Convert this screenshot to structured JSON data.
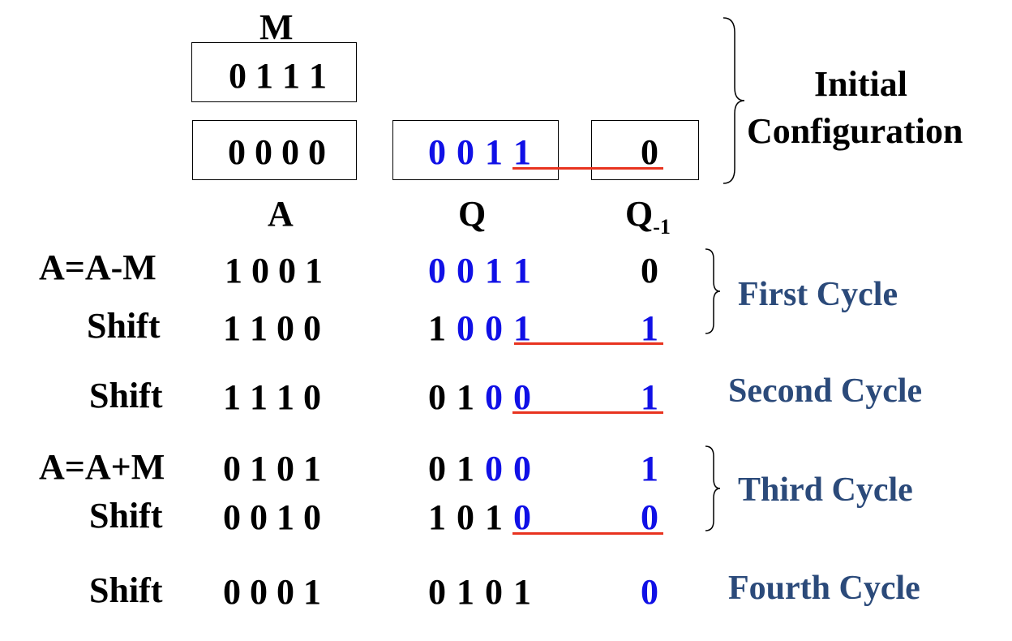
{
  "registers": {
    "m_label": "M",
    "m_value": "0 1 1 1",
    "a_label": "A",
    "q_label": "Q",
    "q1_label": "Q",
    "q1_subscript": "-1",
    "a_init": "0 0 0 0",
    "q_init": [
      "0",
      "0",
      "1",
      "1"
    ],
    "q1_init": "0"
  },
  "initial_config": {
    "line1": "Initial",
    "line2": "Configuration"
  },
  "rows": [
    {
      "op": "A=A-M",
      "a": "1 0 0 1",
      "q": [
        [
          "0",
          "blue"
        ],
        [
          "0",
          "blue"
        ],
        [
          "1",
          "blue"
        ],
        [
          "1",
          "blue"
        ]
      ],
      "q1": "0",
      "q1_color": "black"
    },
    {
      "op": "Shift",
      "a": "1 1 0 0",
      "q": [
        [
          "1",
          "black"
        ],
        [
          "0",
          "blue"
        ],
        [
          "0",
          "blue"
        ],
        [
          "1",
          "blue"
        ]
      ],
      "q1": "1",
      "q1_color": "blue"
    },
    {
      "op": "Shift",
      "a": "1 1 1 0",
      "q": [
        [
          "0",
          "black"
        ],
        [
          "1",
          "black"
        ],
        [
          "0",
          "blue"
        ],
        [
          "0",
          "blue"
        ]
      ],
      "q1": "1",
      "q1_color": "blue"
    },
    {
      "op": "A=A+M",
      "a": "0 1 0 1",
      "q": [
        [
          "0",
          "black"
        ],
        [
          "1",
          "black"
        ],
        [
          "0",
          "blue"
        ],
        [
          "0",
          "blue"
        ]
      ],
      "q1": "1",
      "q1_color": "blue"
    },
    {
      "op": "Shift",
      "a": "0 0 1 0",
      "q": [
        [
          "1",
          "black"
        ],
        [
          "0",
          "black"
        ],
        [
          "1",
          "black"
        ],
        [
          "0",
          "blue"
        ]
      ],
      "q1": "0",
      "q1_color": "blue"
    },
    {
      "op": "Shift",
      "a": "0 0 0 1",
      "q": [
        [
          "0",
          "black"
        ],
        [
          "1",
          "black"
        ],
        [
          "0",
          "black"
        ],
        [
          "1",
          "black"
        ]
      ],
      "q1": "0",
      "q1_color": "blue"
    }
  ],
  "cycles": {
    "first": "First Cycle",
    "second": "Second Cycle",
    "third": "Third Cycle",
    "fourth": "Fourth Cycle"
  },
  "colors": {
    "blue_digit": "#1010e6",
    "red_line": "#e8331f",
    "cycle_text": "#2b4a7a"
  }
}
